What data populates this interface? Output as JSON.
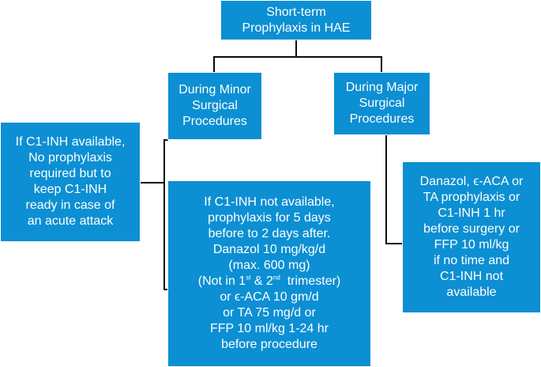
{
  "colors": {
    "box_fill": "#0c8fd3",
    "text": "#ffffff",
    "connector": "#0c0c0c"
  },
  "root": {
    "lines": [
      "Short-term",
      "Prophylaxis  in HAE"
    ]
  },
  "minor": {
    "lines": [
      "During Minor",
      "Surgical",
      "Procedures"
    ]
  },
  "major": {
    "lines": [
      "During Major",
      "Surgical",
      "Procedures"
    ]
  },
  "minor_available": {
    "lines": [
      "If C1-INH available,",
      "No prophylaxis",
      "required but to",
      "keep C1-INH",
      "ready in case of",
      "an acute attack"
    ]
  },
  "minor_not_available": {
    "lines": [
      "If C1-INH not available,",
      "prophylaxis for 5 days",
      "before to 2 days after.",
      "Danazol 10 mg/kg/d",
      "(max. 600 mg)"
    ],
    "trimester": {
      "before": "(Not in 1",
      "sup1": "st",
      "middle": " & 2",
      "sup2": "nd",
      "after": "  trimester)"
    },
    "lines_after": [
      "or ϵ-ACA 10 gm/d",
      "or TA 75 mg/d or",
      "FFP 10 ml/kg 1-24 hr",
      "before procedure"
    ]
  },
  "major_detail": {
    "lines": [
      "Danazol, ϵ-ACA  or",
      "TA  prophylaxis or",
      "C1-INH 1 hr",
      "before surgery or",
      "FFP 10 ml/kg",
      "if no time and",
      "C1-INH not",
      "available"
    ]
  }
}
